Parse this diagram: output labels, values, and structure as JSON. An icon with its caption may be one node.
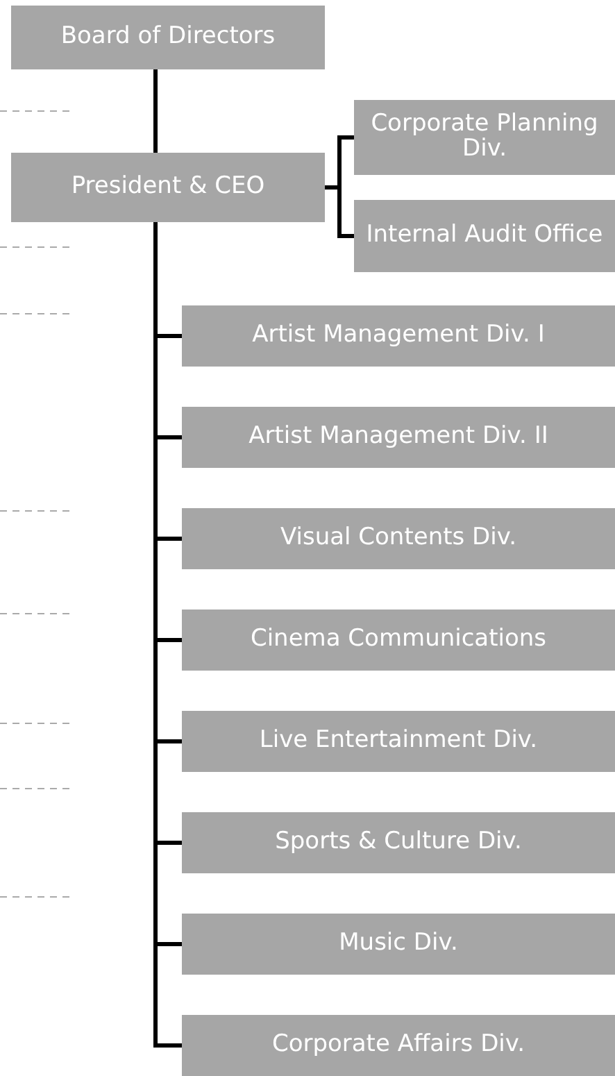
{
  "diagram": {
    "nodes": [
      {
        "text": [
          "Board of Directors"
        ]
      },
      {
        "text": [
          "President & CEO"
        ]
      },
      {
        "text": [
          "Corporate Planning Div."
        ]
      },
      {
        "text": [
          "Internal Audit Office"
        ]
      },
      {
        "text": [
          "Artist Management Div. I"
        ]
      },
      {
        "text": [
          "Artist Management Div. II"
        ]
      },
      {
        "text": [
          "Visual Contents Div."
        ]
      },
      {
        "text": [
          "Cinema Communications"
        ]
      },
      {
        "text": [
          "Live Entertainment Div."
        ]
      },
      {
        "text": [
          "Sports & Culture Div."
        ]
      },
      {
        "text": [
          "Music Div."
        ]
      },
      {
        "text": [
          "Corporate Affairs Div."
        ]
      }
    ],
    "edges": [
      {
        "from": 0,
        "to": 1,
        "arrow": "none"
      },
      {
        "from": 1,
        "to": 2,
        "arrow": "none"
      },
      {
        "from": 1,
        "to": 3,
        "arrow": "none"
      },
      {
        "from": 1,
        "to": 4,
        "arrow": "none"
      },
      {
        "from": 1,
        "to": 5,
        "arrow": "none"
      },
      {
        "from": 1,
        "to": 6,
        "arrow": "none"
      },
      {
        "from": 1,
        "to": 7,
        "arrow": "none"
      },
      {
        "from": 1,
        "to": 8,
        "arrow": "none"
      },
      {
        "from": 1,
        "to": 9,
        "arrow": "none"
      },
      {
        "from": 1,
        "to": 10,
        "arrow": "none"
      },
      {
        "from": 1,
        "to": 11,
        "arrow": "none"
      }
    ]
  }
}
